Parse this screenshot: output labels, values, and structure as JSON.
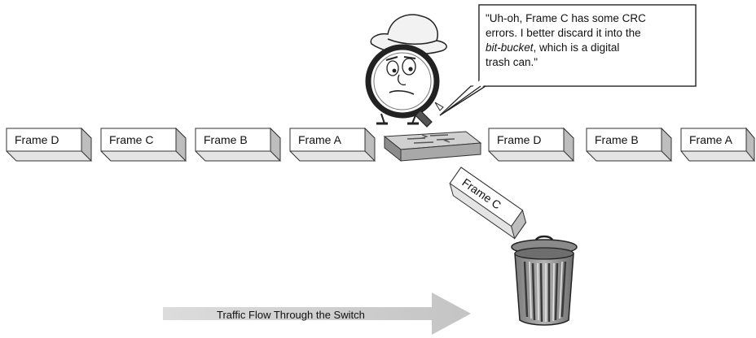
{
  "incoming_frames": [
    "Frame D",
    "Frame C",
    "Frame B",
    "Frame A"
  ],
  "outgoing_frames": [
    "Frame D",
    "Frame B",
    "Frame A"
  ],
  "discarded_frame": "Frame C",
  "speech": {
    "line1": "\"Uh-oh, Frame C has some CRC",
    "line2": "errors. I better discard it into the",
    "line3_italic": "bit-bucket",
    "line3_rest": ", which is a digital",
    "line4": "trash can.\""
  },
  "flow_label": "Traffic Flow Through the Switch"
}
